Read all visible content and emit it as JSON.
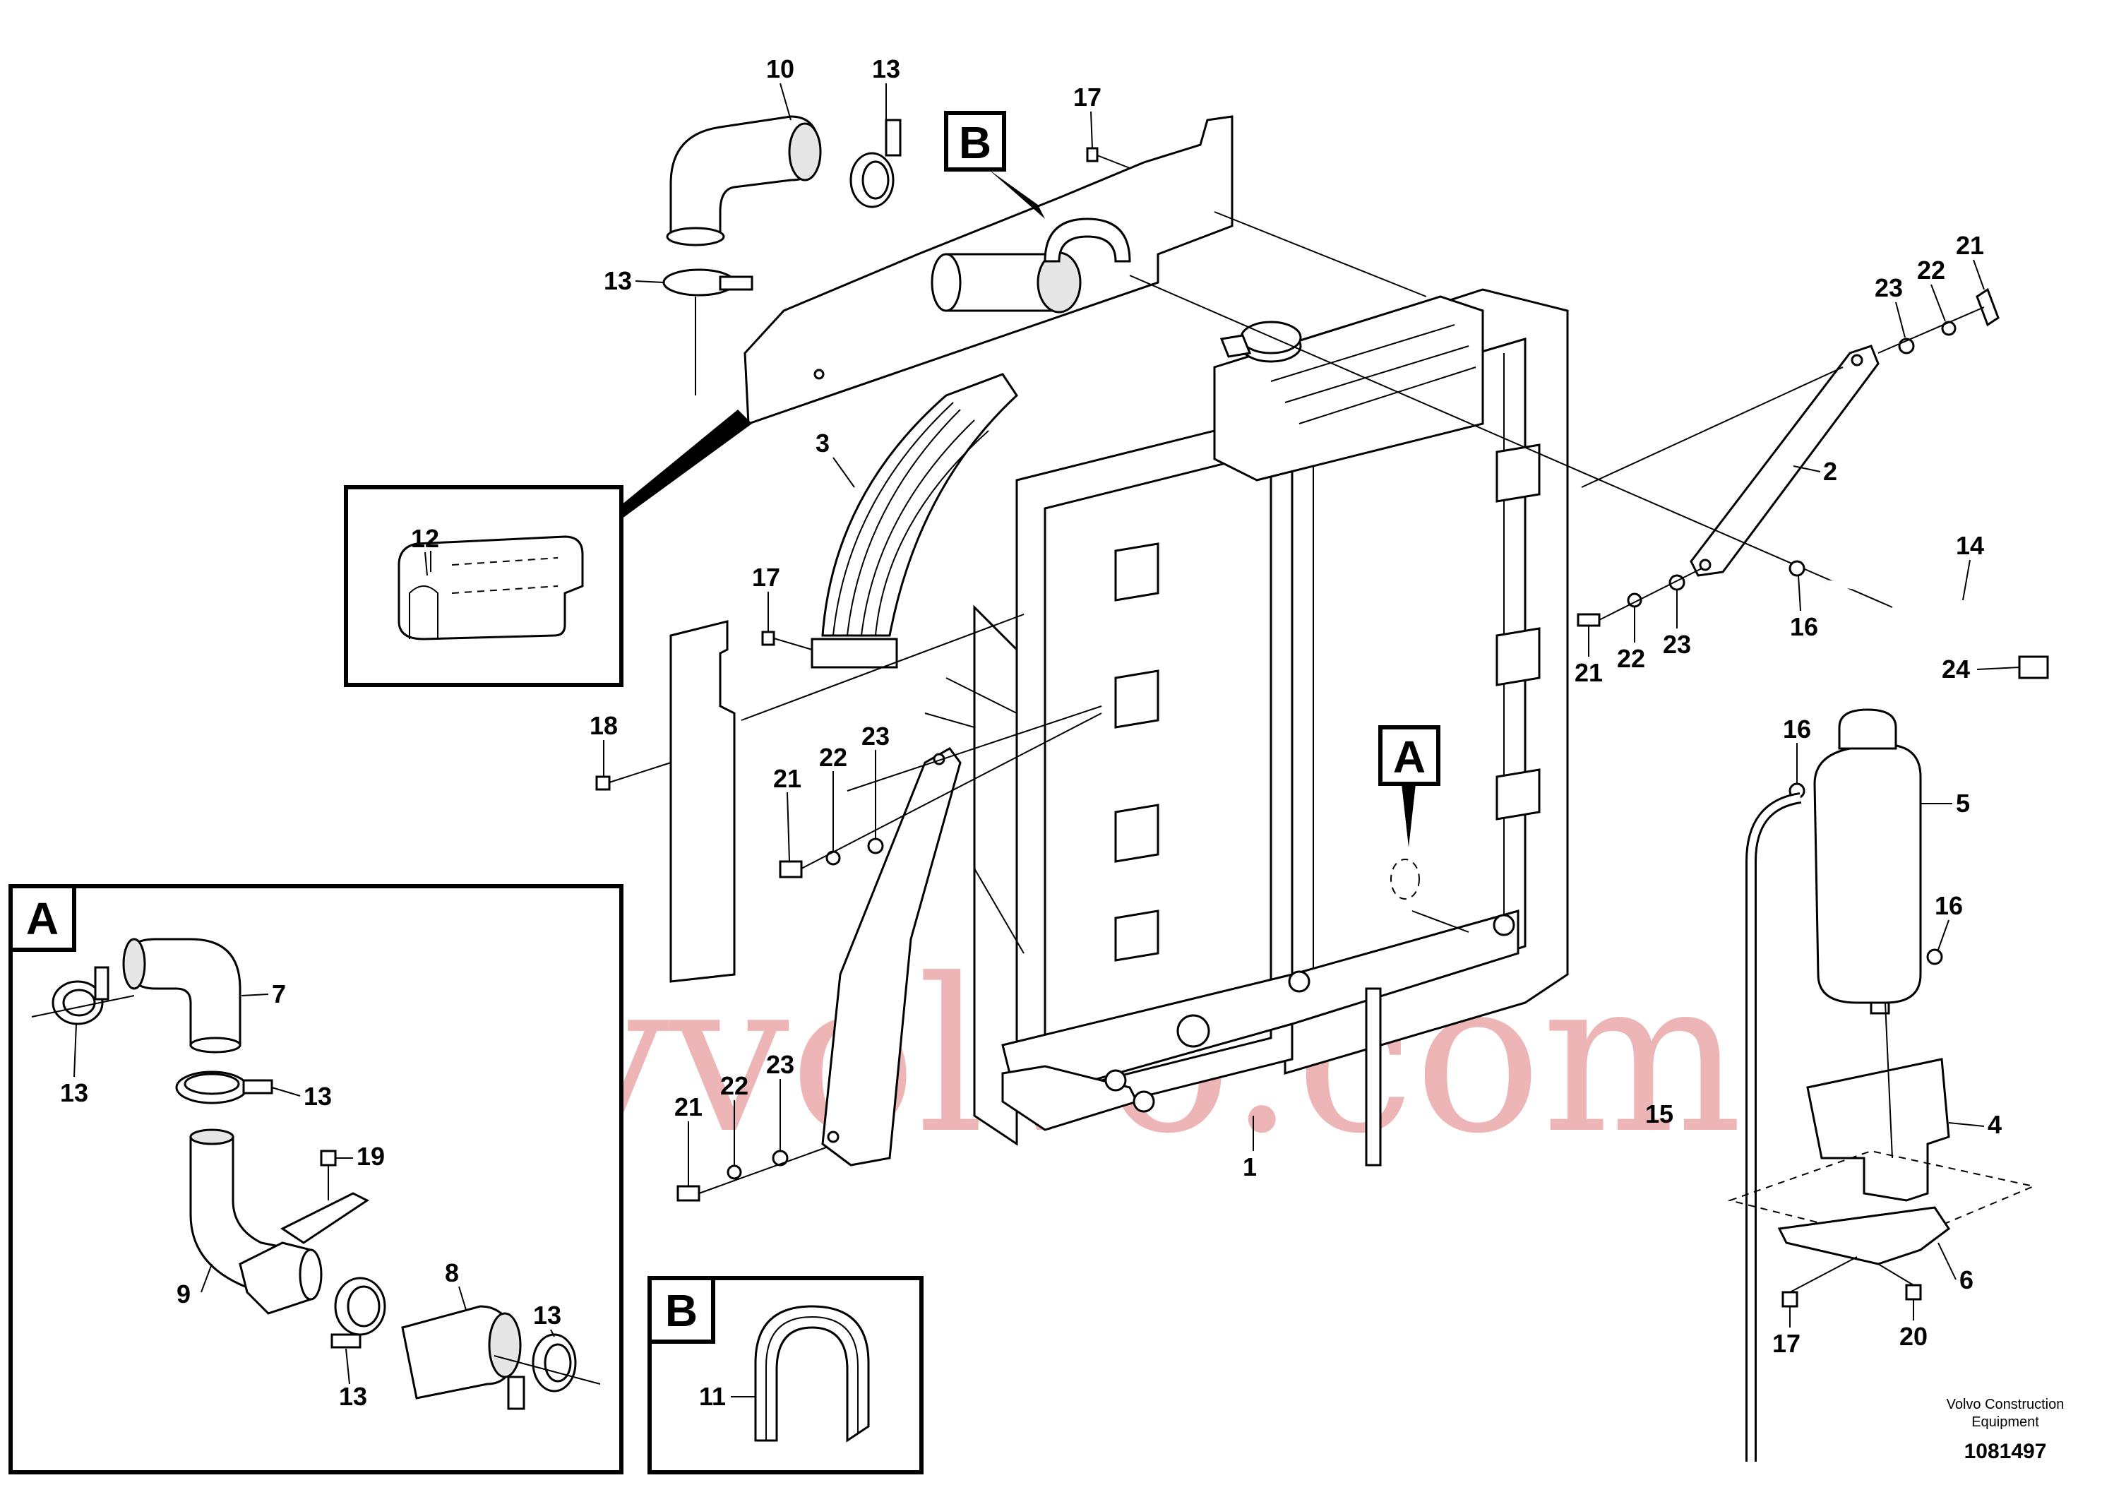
{
  "watermark": "heavyvolvo.com",
  "caption": {
    "company_line1": "Volvo Construction",
    "company_line2": "Equipment",
    "doc_number": "1081497"
  },
  "views": {
    "A": "A",
    "B": "B"
  },
  "callouts": {
    "c1": "1",
    "c2": "2",
    "c3": "3",
    "c4": "4",
    "c5": "5",
    "c6": "6",
    "c10": "10",
    "c13a": "13",
    "c13b": "13",
    "c17a": "17",
    "c12": "12",
    "c17b": "17",
    "c18": "18",
    "c21a": "21",
    "c22a": "22",
    "c23a": "23",
    "c21b": "21",
    "c22b": "22",
    "c23b": "23",
    "c21c": "21",
    "c22c": "22",
    "c23c": "23",
    "c21d": "21",
    "c22d": "22",
    "c23d": "23",
    "c14": "14",
    "c16a": "16",
    "c24": "24",
    "c16b": "16",
    "c16c": "16",
    "c15": "15",
    "c17c": "17",
    "c20": "20",
    "cA7": "7",
    "cA13a": "13",
    "cA13b": "13",
    "cA19": "19",
    "cA9": "9",
    "cA8": "8",
    "cA13c": "13",
    "cA13d": "13",
    "cB11": "11"
  }
}
